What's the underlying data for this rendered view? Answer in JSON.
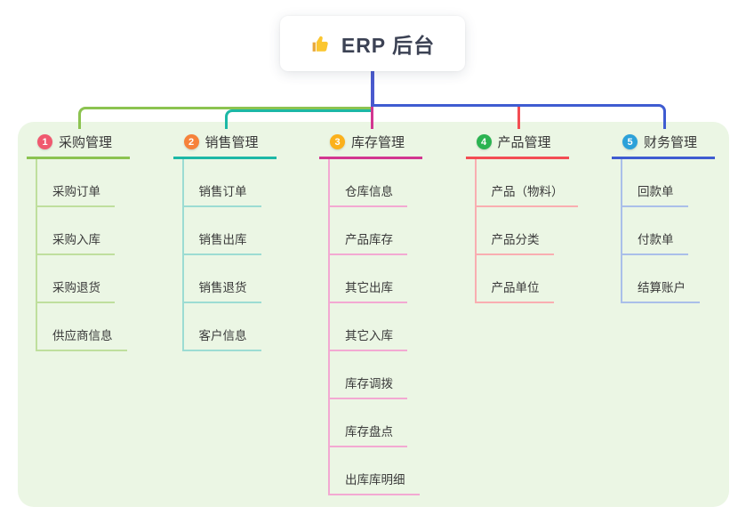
{
  "root": {
    "icon": "thumbs-up-icon",
    "label": "ERP 后台"
  },
  "colors": {
    "trunk": "#4a5ace",
    "panel_bg": "#ebf6e4",
    "root_text": "#3c4254",
    "node_text": "#383838",
    "child_text": "#3a3a3a"
  },
  "branches": [
    {
      "badge": "1",
      "label": "采购管理",
      "badge_color": "#f0596f",
      "line_color": "#8cc350",
      "child_line_color": "#bfdf9d",
      "children": [
        "采购订单",
        "采购入库",
        "采购退货",
        "供应商信息"
      ]
    },
    {
      "badge": "2",
      "label": "销售管理",
      "badge_color": "#f6823a",
      "line_color": "#1cb8a6",
      "child_line_color": "#9cdcd3",
      "children": [
        "销售订单",
        "销售出库",
        "销售退货",
        "客户信息"
      ]
    },
    {
      "badge": "3",
      "label": "库存管理",
      "badge_color": "#fbb11c",
      "line_color": "#d23690",
      "child_line_color": "#f3a9d2",
      "children": [
        "仓库信息",
        "产品库存",
        "其它出库",
        "其它入库",
        "库存调拨",
        "库存盘点",
        "出库库明细"
      ]
    },
    {
      "badge": "4",
      "label": "产品管理",
      "badge_color": "#2bb351",
      "line_color": "#f34d53",
      "child_line_color": "#f9aeb1",
      "children": [
        "产品（物料）",
        "产品分类",
        "产品单位"
      ]
    },
    {
      "badge": "5",
      "label": "财务管理",
      "badge_color": "#2ca1d9",
      "line_color": "#3f5cd1",
      "child_line_color": "#aabfe9",
      "children": [
        "回款单",
        "付款单",
        "结算账户"
      ]
    }
  ]
}
